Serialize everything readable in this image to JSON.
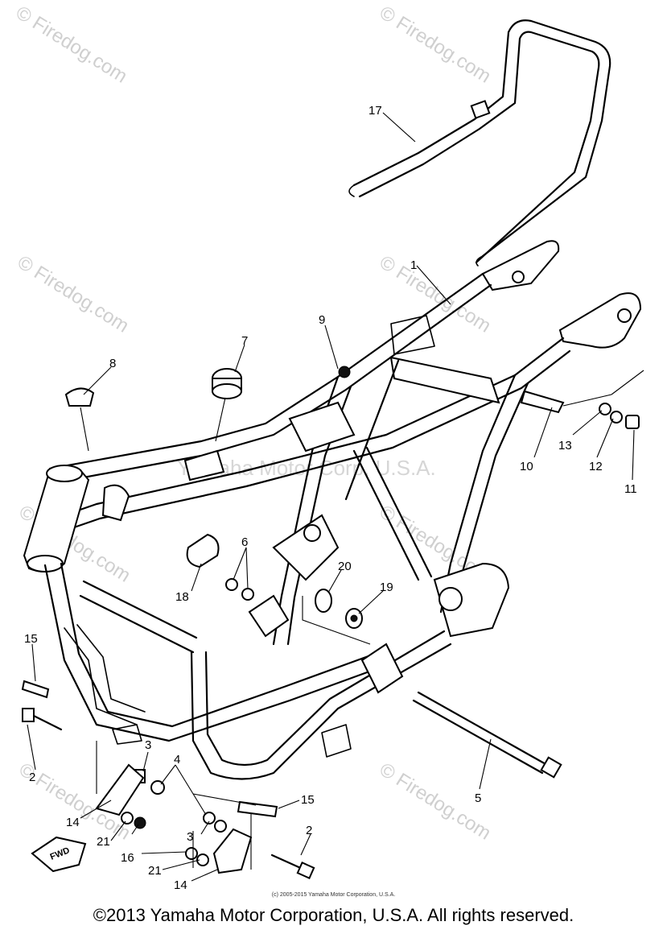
{
  "watermark_text": "© Firedog.com",
  "center_watermark": "Yamaha Motor Corp, U.S.A.",
  "fwd_label": "FWD",
  "small_copyright": "(c) 2005-2015 Yamaha Motor Corporation, U.S.A.",
  "copyright": "©2013 Yamaha Motor Corporation, U.S.A. All rights reserved.",
  "callouts": [
    {
      "id": "c17",
      "num": "17"
    },
    {
      "id": "c1",
      "num": "1"
    },
    {
      "id": "c9",
      "num": "9"
    },
    {
      "id": "c7",
      "num": "7"
    },
    {
      "id": "c8",
      "num": "8"
    },
    {
      "id": "c10",
      "num": "10"
    },
    {
      "id": "c13",
      "num": "13"
    },
    {
      "id": "c12",
      "num": "12"
    },
    {
      "id": "c11",
      "num": "11"
    },
    {
      "id": "c6",
      "num": "6"
    },
    {
      "id": "c20",
      "num": "20"
    },
    {
      "id": "c19",
      "num": "19"
    },
    {
      "id": "c18",
      "num": "18"
    },
    {
      "id": "c15a",
      "num": "15"
    },
    {
      "id": "c2a",
      "num": "2"
    },
    {
      "id": "c3a",
      "num": "3"
    },
    {
      "id": "c4",
      "num": "4"
    },
    {
      "id": "c14a",
      "num": "14"
    },
    {
      "id": "c21a",
      "num": "21"
    },
    {
      "id": "c16",
      "num": "16"
    },
    {
      "id": "c3b",
      "num": "3"
    },
    {
      "id": "c21b",
      "num": "21"
    },
    {
      "id": "c14b",
      "num": "14"
    },
    {
      "id": "c15b",
      "num": "15"
    },
    {
      "id": "c2b",
      "num": "2"
    },
    {
      "id": "c5",
      "num": "5"
    }
  ]
}
